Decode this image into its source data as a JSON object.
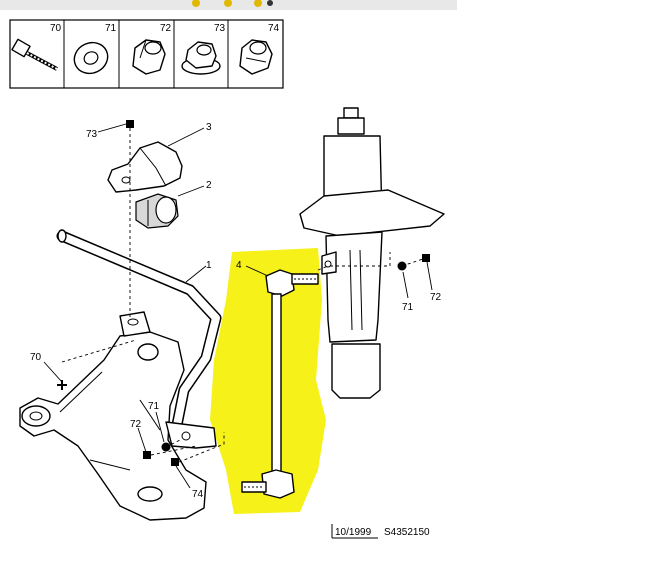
{
  "header": {
    "parts": [
      "70",
      "71",
      "72",
      "73",
      "74"
    ]
  },
  "labels": {
    "stabilizer_bar": "1",
    "bushing": "2",
    "clamp": "3",
    "drop_link": "4",
    "bolt_left": "70",
    "washer_left": "71",
    "nut_left": "72",
    "nut_clamp": "73",
    "nut_lower": "74",
    "washer_right": "71",
    "nut_right": "72"
  },
  "footer": {
    "date": "10/1999",
    "reference": "S4352150"
  },
  "colors": {
    "highlight": "#f5f000",
    "ink": "#000000",
    "header_icons": "#e0b800"
  }
}
